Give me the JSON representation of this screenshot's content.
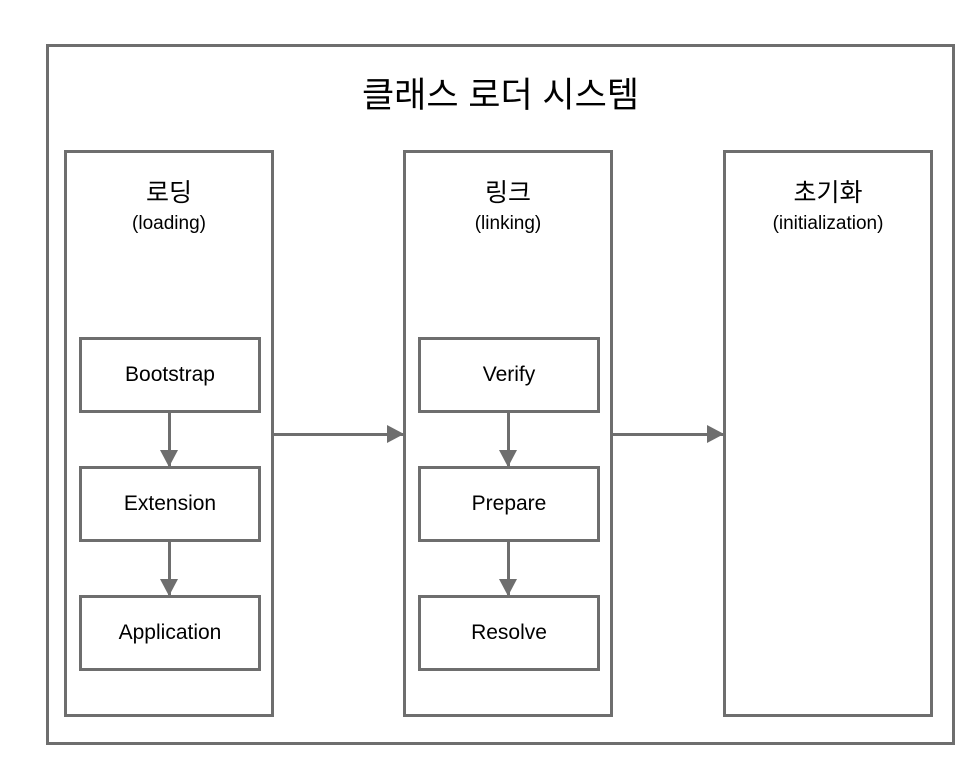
{
  "diagram": {
    "title": "클래스 로더 시스템",
    "colors": {
      "stroke": "#6e6e6e",
      "background": "#ffffff",
      "text": "#000000"
    },
    "phases": [
      {
        "name_ko": "로딩",
        "name_en": "(loading)",
        "steps": [
          {
            "label": "Bootstrap"
          },
          {
            "label": "Extension"
          },
          {
            "label": "Application"
          }
        ]
      },
      {
        "name_ko": "링크",
        "name_en": "(linking)",
        "steps": [
          {
            "label": "Verify"
          },
          {
            "label": "Prepare"
          },
          {
            "label": "Resolve"
          }
        ]
      },
      {
        "name_ko": "초기화",
        "name_en": "(initialization)",
        "steps": []
      }
    ]
  }
}
